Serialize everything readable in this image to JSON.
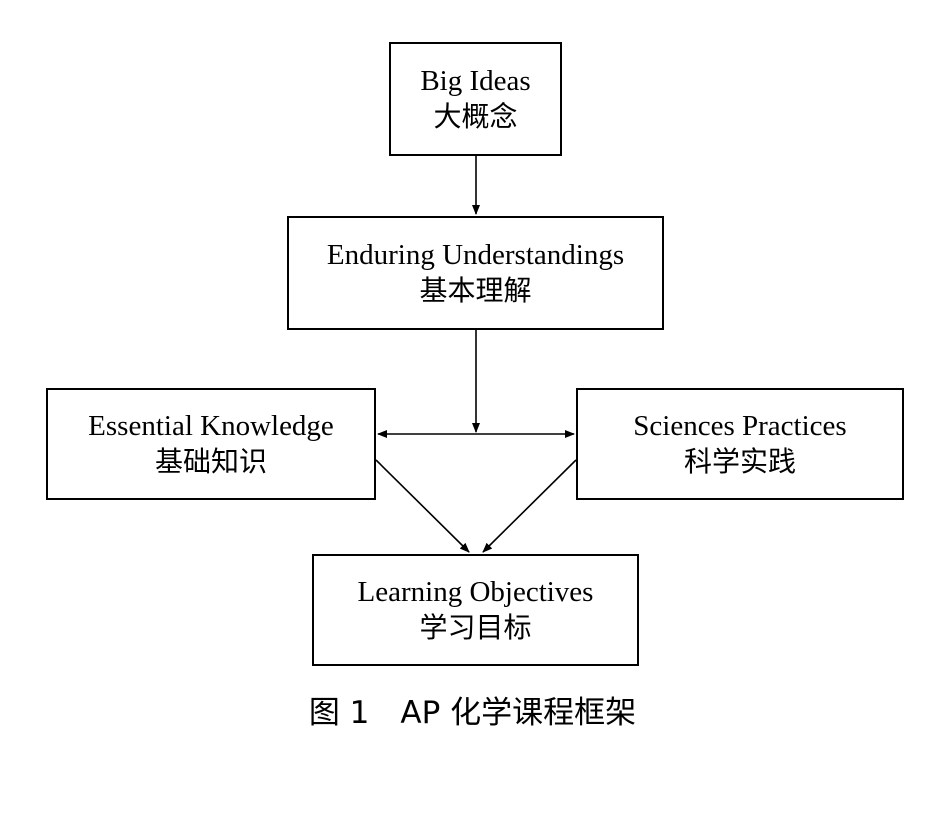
{
  "diagram": {
    "nodes": {
      "big_ideas": {
        "en": "Big Ideas",
        "zh": "大概念"
      },
      "enduring_understandings": {
        "en": "Enduring Understandings",
        "zh": "基本理解"
      },
      "essential_knowledge": {
        "en": "Essential Knowledge",
        "zh": "基础知识"
      },
      "sciences_practices": {
        "en": "Sciences Practices",
        "zh": "科学实践"
      },
      "learning_objectives": {
        "en": "Learning Objectives",
        "zh": "学习目标"
      }
    },
    "caption": "图 1　AP 化学课程框架"
  }
}
